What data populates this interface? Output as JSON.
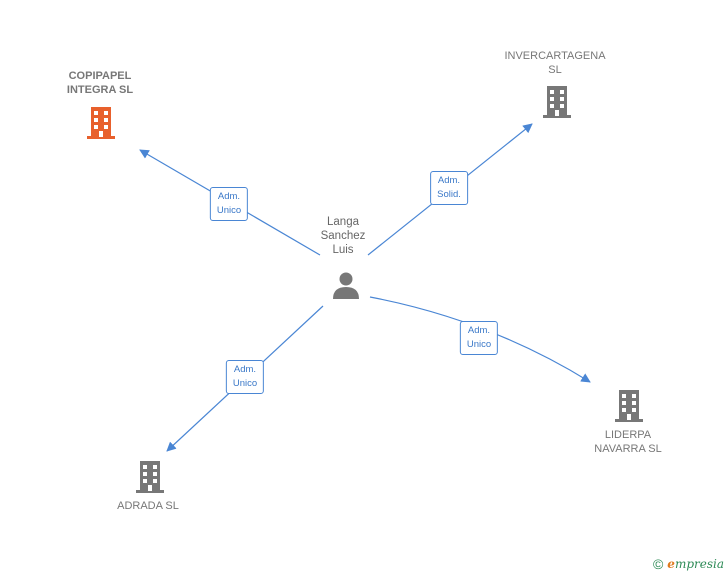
{
  "center": {
    "label": "Langa\nSanchez\nLuis",
    "icon": "person-icon",
    "color": "#777777"
  },
  "companies": [
    {
      "id": "copipapel",
      "label": "COPIPAPEL\nINTEGRA  SL",
      "icon": "building-icon",
      "color": "#e8602c",
      "highlight": true,
      "relation": "Adm.\nUnico"
    },
    {
      "id": "invercartagena",
      "label": "INVERCARTAGENA\nSL",
      "icon": "building-icon",
      "color": "#777777",
      "highlight": false,
      "relation": "Adm.\nSolid."
    },
    {
      "id": "liderpa",
      "label": "LIDERPA\nNAVARRA  SL",
      "icon": "building-icon",
      "color": "#777777",
      "highlight": false,
      "relation": "Adm.\nUnico"
    },
    {
      "id": "adrada",
      "label": "ADRADA  SL",
      "icon": "building-icon",
      "color": "#777777",
      "highlight": false,
      "relation": "Adm.\nUnico"
    }
  ],
  "edge_color": "#4a86d4",
  "brand": {
    "symbol": "©",
    "initial": "e",
    "name": "mpresia"
  }
}
